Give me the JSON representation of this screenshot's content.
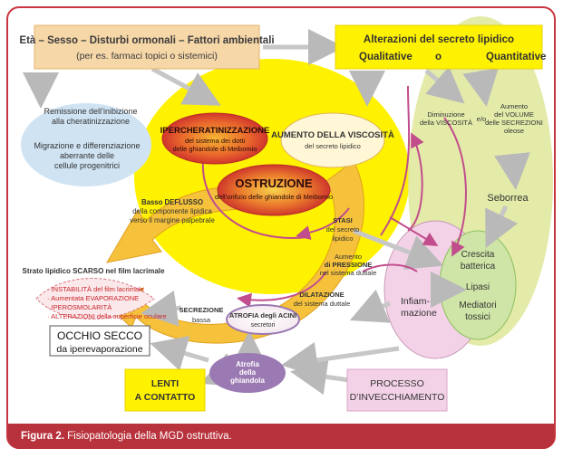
{
  "factors": {
    "line1": "Età – Sesso – Disturbi ormonali – Fattori ambientali",
    "line2": "(per es. farmaci topici o sistemici)"
  },
  "alterations": {
    "title": "Alterazioni del secreto lipidico",
    "qual": "Qualitative",
    "or": "o",
    "quant": "Quantitative"
  },
  "remission": {
    "l1": "Remissione dell’inibizione",
    "l2": "alla cheratinizzazione",
    "l3": "Migrazione  e differenziazione",
    "l4": "aberrante delle",
    "l5": "cellule progenitrici"
  },
  "hyperk": {
    "title": "IPERCHERATINIZZAZIONE",
    "l2": "del sistema dei dotti",
    "l3": "delle ghiandole di Meibomio"
  },
  "viscosity": {
    "title": "AUMENTO DELLA VISCOSITÀ",
    "sub": "del secreto lipidico"
  },
  "obstruction": {
    "title": "OSTRUZIONE",
    "sub": "dell’orifizio delle ghiandole di Meibomio"
  },
  "lowflow": {
    "l1": "Basso DEFLUSSO",
    "l2": "della componente lipidica",
    "l3": "verso il margine palpebrale"
  },
  "stasis": {
    "l1": "STASI",
    "l2": "del secreto",
    "l3": "lipidico"
  },
  "pressure": {
    "l1": "Aumento",
    "l2": "di PRESSIONE",
    "l3": "nel sistema duttale"
  },
  "dilation": {
    "l1": "DILATAZIONE",
    "l2": "del sistema duttale"
  },
  "atrophy_acini": {
    "l1": "ATROFIA degli ACINI",
    "l2": "secretori"
  },
  "secretion": {
    "l1": "SECREZIONE",
    "l2": "bassa"
  },
  "decrease": {
    "l1": "Diminuzione",
    "l2": "della VISCOSITÀ"
  },
  "eo": "e/o",
  "increase": {
    "l1": "Aumento",
    "l2": "del VOLUME",
    "l3": "delle SECREZIONI",
    "l4": "oleose"
  },
  "seborrhea": "Seborrea",
  "bacteria": {
    "l1": "Crescita",
    "l2": "batterica",
    "l3": "Lipasi",
    "l4": "Mediatori",
    "l5": "tossici"
  },
  "inflammation": {
    "l1": "Infiam-",
    "l2": "mazione"
  },
  "film": {
    "title": "Strato lipidico SCARSO nel film lacrimale",
    "i1": "· INSTABILITÀ del film lacrimale",
    "i2": "· Aumentata EVAPORAZIONE",
    "i3": "· IPEROSMOLARITÀ",
    "i4": "· ALTERAZIONI della superficie oculare"
  },
  "dryeye": {
    "title": "OCCHIO SECCO",
    "sub": "da iperevaporazione"
  },
  "lenses": {
    "l1": "LENTI",
    "l2": "A CONTATTO"
  },
  "gland_atrophy": {
    "l1": "Atrofia",
    "l2": "della",
    "l3": "ghiandola"
  },
  "aging": {
    "l1": "PROCESSO",
    "l2": "D’INVECCHIAMENTO"
  },
  "caption": {
    "bold": "Figura 2.",
    "text": " Fisiopatologia della MGD ostruttiva."
  },
  "colors": {
    "frame": "#c9353f",
    "yellow": "#fff200",
    "orange": "#f6c23b",
    "green": "#c9e4a2",
    "pink": "#f3d2e7",
    "blue": "#cfe3f3",
    "purple": "#9b79b3",
    "arrow": "#c7c7c7",
    "magenta": "#c14d8c"
  }
}
